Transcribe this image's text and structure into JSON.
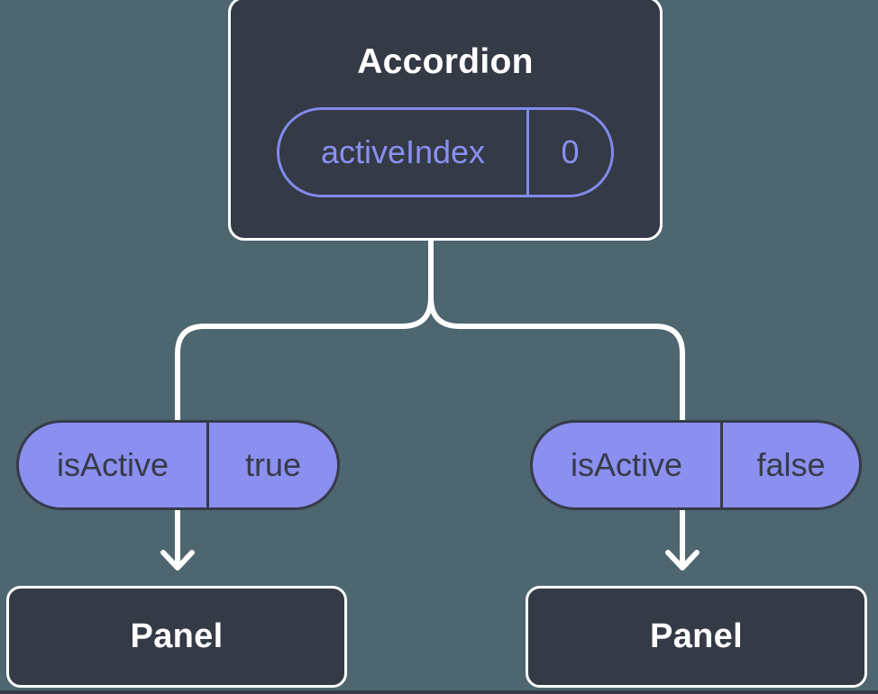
{
  "diagram": {
    "root": {
      "title": "Accordion",
      "state": {
        "label": "activeIndex",
        "value": "0"
      }
    },
    "children": [
      {
        "prop": {
          "label": "isActive",
          "value": "true"
        },
        "node": {
          "title": "Panel"
        }
      },
      {
        "prop": {
          "label": "isActive",
          "value": "false"
        },
        "node": {
          "title": "Panel"
        }
      }
    ],
    "colors": {
      "background": "#4d6670",
      "node_fill": "#343a46",
      "node_border": "#ffffff",
      "connector": "#ffffff",
      "pill_fill": "#8a8ff0",
      "pill_text_dark": "#363b48",
      "accent_purple": "#828aec",
      "accent_purple_text": "#8a90f2"
    }
  }
}
